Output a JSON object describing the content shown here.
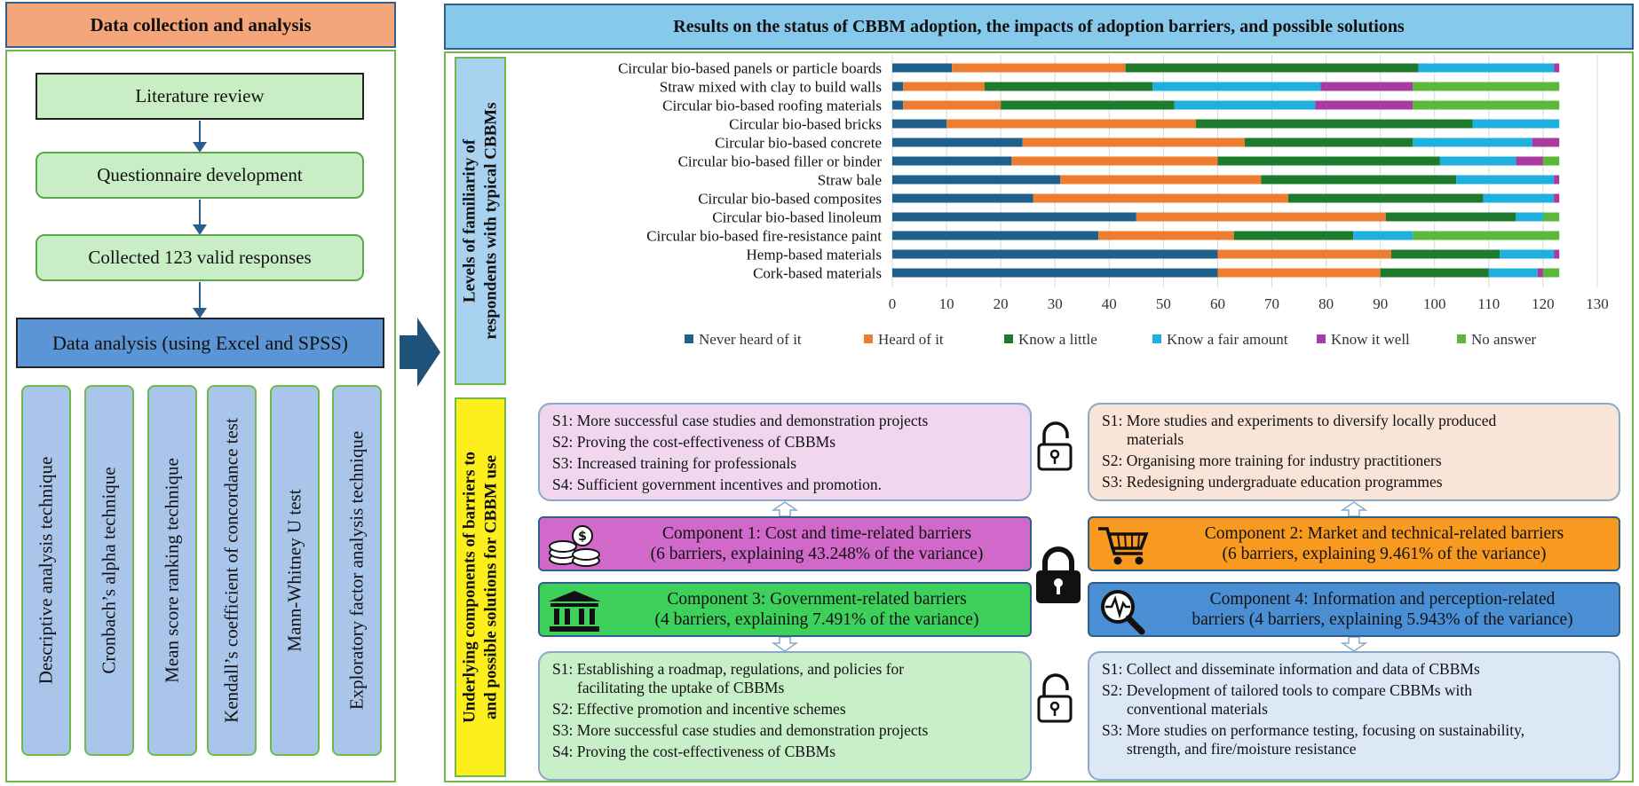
{
  "left": {
    "header": "Data collection and analysis",
    "steps": [
      "Literature review",
      "Questionnaire development",
      "Collected 123 valid responses"
    ],
    "analysis": "Data analysis (using Excel and SPSS)",
    "techniques": [
      "Descriptive analysis technique",
      "Cronbach’s alpha technique",
      "Mean score ranking technique",
      "Kendall’s coefficient of concordance test",
      "Mann-Whitney U test",
      "Exploratory factor analysis technique"
    ]
  },
  "right": {
    "header": "Results on the status of CBBM adoption, the impacts of adoption barriers, and possible solutions",
    "side_top_lines": [
      "Levels of familiarity of",
      "respondents with typical CBBMs"
    ],
    "side_bottom_lines": [
      "Underlying components of barriers to",
      "and possible solutions for CBBM use"
    ]
  },
  "chart_data": {
    "type": "bar",
    "orientation": "horizontal",
    "stacked": true,
    "categories": [
      "Circular bio-based panels or particle boards",
      "Straw mixed with clay to build walls",
      "Circular bio-based roofing materials",
      "Circular bio-based bricks",
      "Circular bio-based concrete",
      "Circular bio-based filler or binder",
      "Straw bale",
      "Circular bio-based composites",
      "Circular bio-based linoleum",
      "Circular bio-based fire-resistance paint",
      "Hemp-based materials",
      "Cork-based materials"
    ],
    "series": [
      {
        "name": "Never heard of it",
        "color": "#1f5f8b",
        "values": [
          11,
          2,
          2,
          10,
          24,
          22,
          31,
          26,
          45,
          38,
          60,
          60
        ]
      },
      {
        "name": "Heard of it",
        "color": "#ed7d31",
        "values": [
          32,
          15,
          18,
          46,
          41,
          38,
          37,
          47,
          46,
          25,
          32,
          30
        ]
      },
      {
        "name": "Know a little",
        "color": "#1e7b2e",
        "values": [
          54,
          31,
          32,
          51,
          31,
          41,
          36,
          36,
          24,
          22,
          20,
          20
        ]
      },
      {
        "name": "Know a fair amount",
        "color": "#1fb0e0",
        "values": [
          25,
          31,
          26,
          16,
          22,
          14,
          18,
          13,
          5,
          11,
          10,
          9
        ]
      },
      {
        "name": "Know it well",
        "color": "#a83aa0",
        "values": [
          1,
          17,
          18,
          0,
          5,
          5,
          1,
          1,
          0,
          0,
          1,
          1
        ]
      },
      {
        "name": "No answer",
        "color": "#5cb83a",
        "values": [
          0,
          27,
          27,
          0,
          0,
          3,
          0,
          0,
          3,
          27,
          0,
          3
        ]
      }
    ],
    "xlim": [
      0,
      130
    ],
    "xticks": [
      "0",
      "10",
      "20",
      "30",
      "40",
      "50",
      "60",
      "70",
      "80",
      "90",
      "100",
      "110",
      "120",
      "130"
    ],
    "grid": true,
    "legend": "bottom"
  },
  "solutions": {
    "s1": [
      "S1: More successful case studies and demonstration  projects",
      "S2: Proving the cost-effectiveness of CBBMs",
      "S3: Increased training for professionals",
      "S4: Sufficient government incentives and promotion."
    ],
    "s2": [
      "S1:  More studies and experiments to diversify locally produced",
      "materials",
      "S2: Organising more training for industry practitioners",
      "S3: Redesigning undergraduate education programmes"
    ],
    "s3": [
      "S1:  Establishing a roadmap, regulations, and policies for",
      "facilitating the uptake of CBBMs",
      "S2: Effective promotion and incentive schemes",
      "S3: More successful case studies and demonstration projects",
      "S4: Proving the cost-effectiveness of CBBMs"
    ],
    "s4": [
      "S1: Collect and disseminate information and data of CBBMs",
      "S2:  Development of tailored tools to compare CBBMs with",
      "conventional materials",
      "S3: More studies on performance testing, focusing on sustainability,",
      "strength, and fire/moisture resistance"
    ]
  },
  "components": {
    "c1": [
      "Component 1: Cost and time-related barriers",
      "(6 barriers, explaining 43.248% of the variance)"
    ],
    "c2": [
      "Component 2: Market and technical-related barriers",
      "(6 barriers, explaining 9.461% of the variance)"
    ],
    "c3": [
      "Component 3: Government-related barriers",
      "(4 barriers, explaining 7.491% of the variance)"
    ],
    "c4": [
      "Component 4: Information and perception-related",
      "barriers (4 barriers, explaining 5.943% of the variance)"
    ]
  }
}
